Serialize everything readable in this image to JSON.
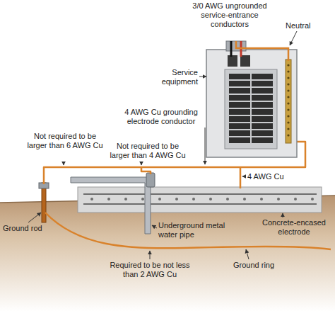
{
  "diagram": {
    "labels": [
      "3/0 AWG ungrounded service-entrance conductors",
      "Neutral",
      "Service equipment",
      "4 AWG Cu grounding electrode conductor",
      "Not required to be larger than 6 AWG Cu",
      "Not required to be larger than 4 AWG Cu",
      "4 AWG Cu",
      "Ground rod",
      "Underground metal water pipe",
      "Concrete-encased electrode",
      "Required to be not less than 2 AWG Cu",
      "Ground ring"
    ]
  }
}
